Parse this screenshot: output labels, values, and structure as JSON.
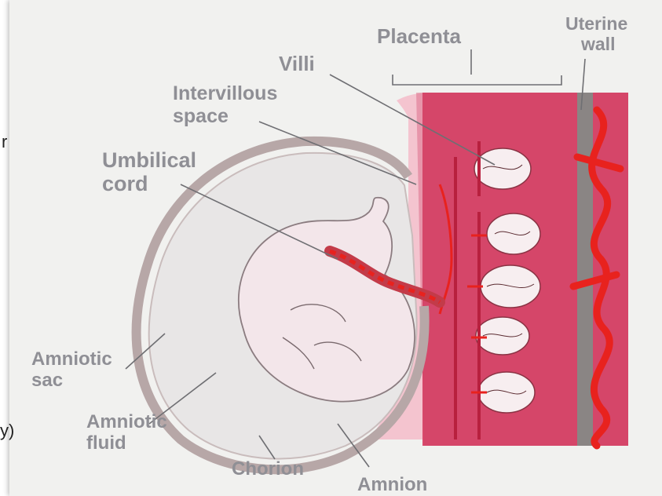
{
  "labels": {
    "placenta": "Placenta",
    "uterine_1": "Uterine",
    "uterine_2": "wall",
    "villi": "Villi",
    "intervillous_1": "Intervillous",
    "intervillous_2": "space",
    "umbilical_1": "Umbilical",
    "umbilical_2": "cord",
    "amniotic_sac_1": "Amniotic",
    "amniotic_sac_2": "sac",
    "amniotic_fluid_1": "Amniotic",
    "amniotic_fluid_2": "fluid",
    "chorion": "Chorion",
    "amnion": "Amnion"
  },
  "edge_fragments": {
    "top_left": "r",
    "bottom_left": "y)"
  },
  "colors": {
    "placenta_body": "#d94a6c",
    "blood_vessel": "#e8221e",
    "uterine_wall": "#8a8584",
    "label_text": "#8f8f95"
  }
}
